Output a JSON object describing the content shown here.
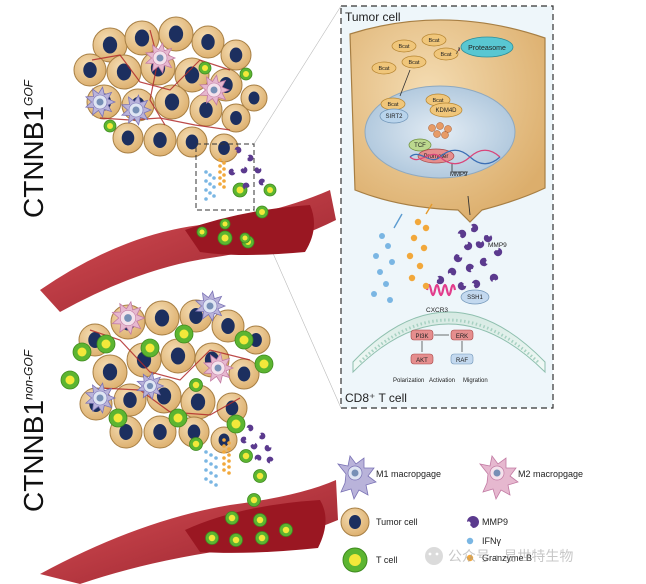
{
  "panel": {
    "tumor_cell_title": "Tumor cell",
    "t_cell_title": "CD8⁺ T cell",
    "nucleus_proteins": [
      "Bcat",
      "Bcat",
      "Bcat",
      "Bcat",
      "Bcat",
      "Bcat",
      "Bcat"
    ],
    "proteasome": "Proteasome",
    "kdm4d": "KDM4D",
    "sirt2": "SIRT2",
    "tcf": "TCF",
    "promoter": "Promoter",
    "mmp9_gene": "MMP9",
    "mmp9_secreted": "MMP9",
    "cxcr3": "CXCR3",
    "ssh1": "SSH1",
    "pi3k": "PI3K",
    "akt": "AKT",
    "erk": "ERK",
    "raf": "RAF",
    "outcomes": [
      "Polarization",
      "Activation",
      "Migration"
    ]
  },
  "labels": {
    "gof_main": "CTNNB1",
    "gof_sup": "GOF",
    "nongof_main": "CTNNB1",
    "nongof_sup": "non-GOF"
  },
  "legend": {
    "m1": "M1 macropgage",
    "m2": "M2 macropgage",
    "tumor": "Tumor cell",
    "tcell": "T cell",
    "mmp9": "MMP9",
    "ifng": "IFNγ",
    "granzyme": "Granzyme B"
  },
  "watermark": "公众号 · 易世特生物",
  "colors": {
    "tumor_fill": "#e9c48f",
    "tumor_stroke": "#a77f44",
    "nucleus": "#1c2f5f",
    "tcell_ring": "#5cb531",
    "tcell_core": "#f3e83a",
    "vessel": "#b01f2a",
    "mmp9": "#5b3a8e",
    "ifng": "#7ab6e3",
    "granzyme": "#f2a83b",
    "panel_bg": "#eef6fa"
  }
}
